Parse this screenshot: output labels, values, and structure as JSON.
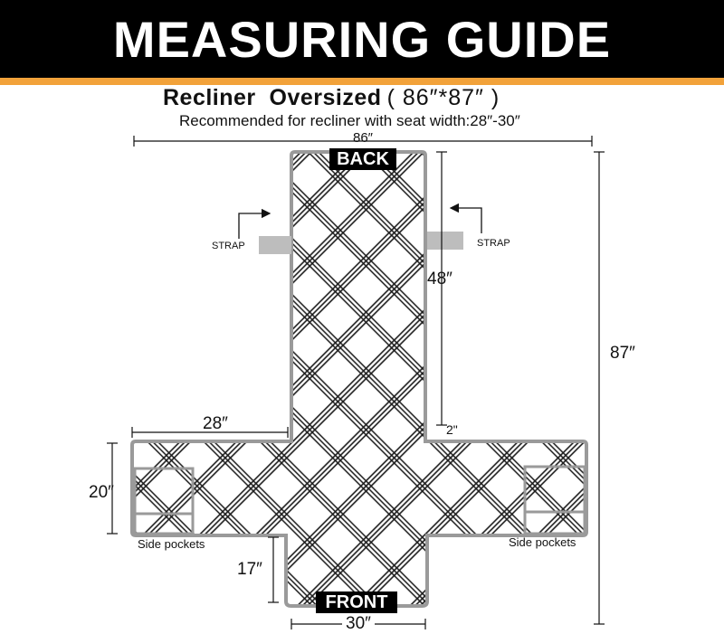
{
  "header": {
    "title": "MEASURING GUIDE",
    "product": "Recliner  Oversized",
    "size": "( 86″*87″ )",
    "recommendation": "Recommended for recliner with seat width:28″-30″"
  },
  "labels": {
    "back": "BACK",
    "front": "FRONT",
    "strap_left": "STRAP",
    "strap_right": "STRAP",
    "pockets_left": "Side pockets",
    "pockets_right": "Side pockets"
  },
  "dimensions": {
    "total_width": "86″",
    "total_length": "87″",
    "back_length": "48″",
    "arm_width": "28″",
    "arm_depth": "20″",
    "flap_gap": "2\"",
    "front_length": "17″",
    "seat_width": "30″"
  },
  "colors": {
    "banner": "#000000",
    "accent": "#f2a23a",
    "pattern_lines": "#1a1a1a",
    "outline": "#9a9a9a",
    "strap": "#bdbdbd"
  }
}
